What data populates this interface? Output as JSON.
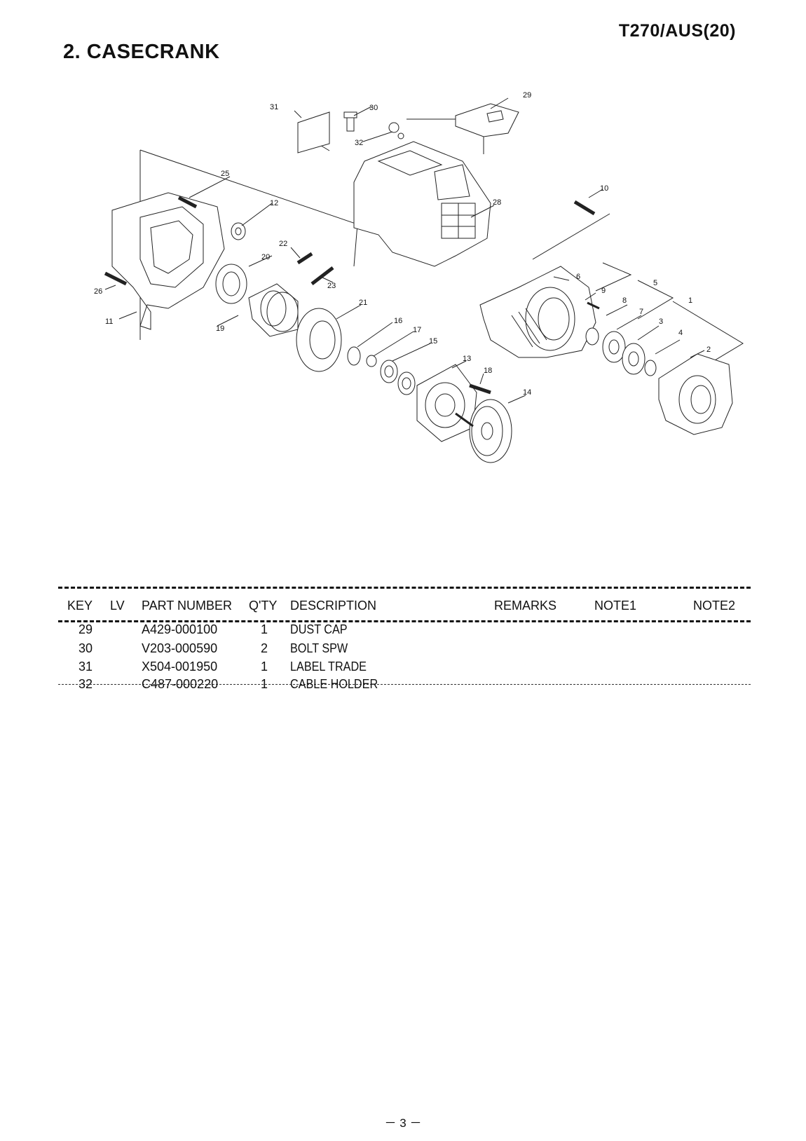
{
  "header": {
    "model": "T270/AUS(20)",
    "section_title": "2. CASECRANK"
  },
  "diagram": {
    "callouts": [
      "1",
      "2",
      "3",
      "4",
      "5",
      "6",
      "7",
      "8",
      "9",
      "10",
      "11",
      "12",
      "13",
      "14",
      "15",
      "16",
      "17",
      "18",
      "19",
      "20",
      "21",
      "22",
      "23",
      "25",
      "26",
      "28",
      "29",
      "30",
      "31",
      "32"
    ]
  },
  "table": {
    "columns": [
      "KEY",
      "LV",
      "PART NUMBER",
      "Q'TY",
      "DESCRIPTION",
      "REMARKS",
      "NOTE1",
      "NOTE2"
    ],
    "rows": [
      {
        "key": "29",
        "lv": "",
        "part_number": "A429-000100",
        "qty": "1",
        "description": "DUST CAP",
        "remarks": "",
        "note1": "",
        "note2": ""
      },
      {
        "key": "30",
        "lv": "",
        "part_number": "V203-000590",
        "qty": "2",
        "description": "BOLT SPW",
        "remarks": "",
        "note1": "",
        "note2": ""
      },
      {
        "key": "31",
        "lv": "",
        "part_number": "X504-001950",
        "qty": "1",
        "description": "LABEL TRADE",
        "remarks": "",
        "note1": "",
        "note2": ""
      },
      {
        "key": "32",
        "lv": "",
        "part_number": "C487-000220",
        "qty": "1",
        "description": "CABLE HOLDER",
        "remarks": "",
        "note1": "",
        "note2": ""
      }
    ]
  },
  "footer": {
    "page": "－ 3 －"
  }
}
